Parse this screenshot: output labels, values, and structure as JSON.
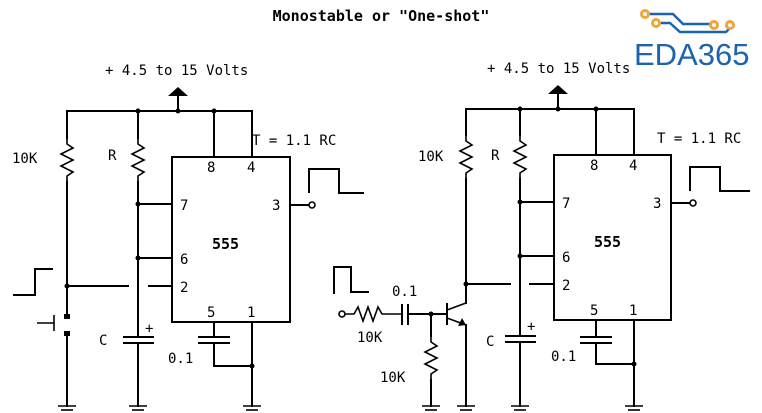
{
  "title": "Monostable or \"One-shot\"",
  "logo": {
    "text": "EDA365",
    "trace_color": "#1e63ad",
    "pad_color": "#f2a33a"
  },
  "circuits": [
    {
      "name": "pushbutton-triggered",
      "supply_label": "+ 4.5 to 15 Volts",
      "timing_formula": "T = 1.1 RC",
      "ic_label": "555",
      "pins": {
        "p8": "8",
        "p4": "4",
        "p7": "7",
        "p3": "3",
        "p6": "6",
        "p2": "2",
        "p5": "5",
        "p1": "1"
      },
      "pullup_label": "10K",
      "timing_resistor_label": "R",
      "timing_cap_label": "C",
      "cap_polarity": "+",
      "control_cap_label": "0.1"
    },
    {
      "name": "transistor-triggered",
      "supply_label": "+ 4.5 to 15 Volts",
      "timing_formula": "T = 1.1 RC",
      "ic_label": "555",
      "pins": {
        "p8": "8",
        "p4": "4",
        "p7": "7",
        "p3": "3",
        "p6": "6",
        "p2": "2",
        "p5": "5",
        "p1": "1"
      },
      "pullup_label": "10K",
      "timing_resistor_label": "R",
      "timing_cap_label": "C",
      "cap_polarity": "+",
      "control_cap_label": "0.1",
      "input_cap_label": "0.1",
      "input_resistor_label": "10K",
      "base_resistor_label": "10K"
    }
  ]
}
